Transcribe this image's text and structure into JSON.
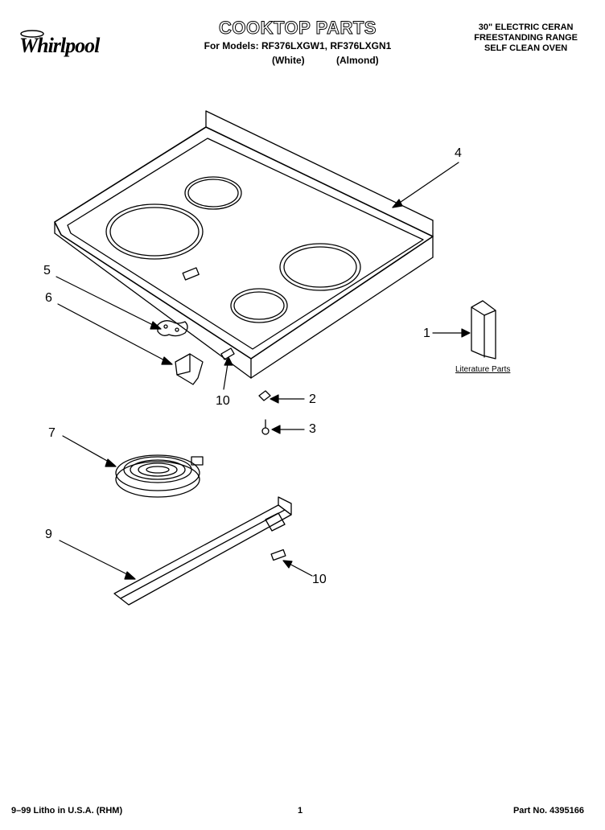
{
  "header": {
    "brand": "Whirlpool",
    "title": "COOKTOP PARTS",
    "models_line": "For Models: RF376LXGW1, RF376LXGN1",
    "color_white": "(White)",
    "color_almond": "(Almond)",
    "desc_line1": "30\" ELECTRIC CERAN",
    "desc_line2": "FREESTANDING RANGE",
    "desc_line3": "SELF CLEAN OVEN"
  },
  "callouts": {
    "c1": "1",
    "c2": "2",
    "c3": "3",
    "c4": "4",
    "c5": "5",
    "c6": "6",
    "c7": "7",
    "c9": "9",
    "c10a": "10",
    "c10b": "10"
  },
  "literature_label": "Literature Parts",
  "footer": {
    "left": "9–99 Litho in U.S.A. (RHM)",
    "center": "1",
    "right": "Part No. 4395166"
  }
}
